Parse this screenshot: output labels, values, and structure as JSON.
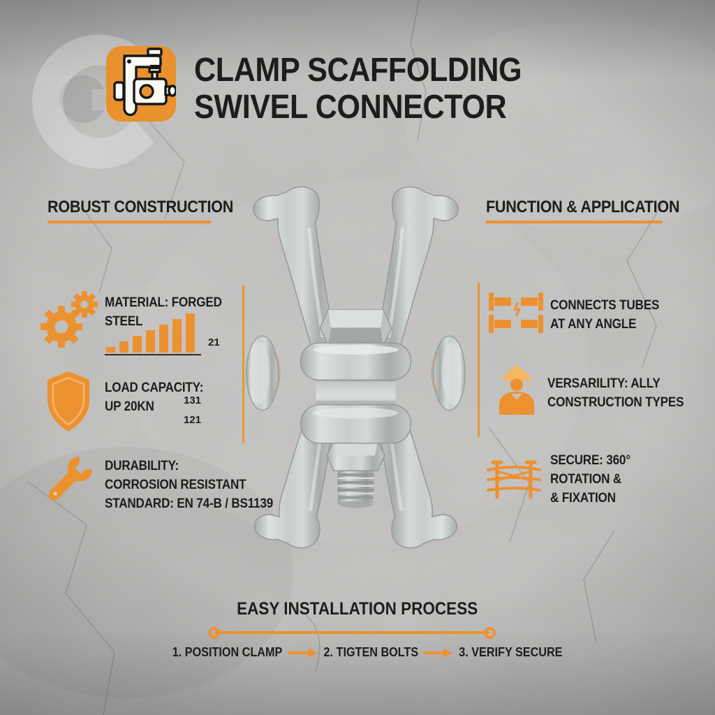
{
  "theme": {
    "orange": "#EC9130",
    "text": "#1d1d1b",
    "background": "#c6c5c3"
  },
  "header": {
    "title_line1": "CLAMP SCAFFOLDING",
    "title_line2": "SWIVEL CONNECTOR",
    "icon": "clamp-app-icon"
  },
  "left_section": {
    "heading": "ROBUST CONSTRUCTION",
    "items": [
      {
        "icon": "gears-icon",
        "lines": [
          "MATERIAL: FORGED",
          "STEEL"
        ],
        "chart_label": "21"
      },
      {
        "icon": "shield-icon",
        "lines": [
          "LOAD CAPACITY:",
          "UP 20KN"
        ],
        "values": [
          "131",
          "121"
        ]
      },
      {
        "icon": "wrench-icon",
        "lines": [
          "DURABILITY:",
          "CORROSION RESISTANT",
          "STANDARD: EN 74-B / BS1139"
        ]
      }
    ]
  },
  "right_section": {
    "heading": "FUNCTION & APPLICATION",
    "items": [
      {
        "icon": "tubes-connector-icon",
        "lines": [
          "CONNECTS TUBES",
          "AT ANY ANGLE"
        ]
      },
      {
        "icon": "construction-worker-icon",
        "lines": [
          "VERSARILITY: ALLY",
          "CONSTRUCTION TYPES"
        ]
      },
      {
        "icon": "scaffolding-icon",
        "lines": [
          "SECURE: 360°",
          "ROTATION &",
          "& FIXATION"
        ]
      }
    ]
  },
  "process": {
    "heading": "EASY INSTALLATION PROCESS",
    "steps": [
      "1. POSITION CLAMP",
      "2. TIGTEN BOLTS",
      "3. VERIFY SECURE"
    ]
  },
  "product": {
    "name": "galvanized swivel scaffolding clamp photo"
  },
  "chart_data": {
    "type": "bar",
    "categories": [
      "1",
      "2",
      "3",
      "4",
      "5",
      "6",
      "7"
    ],
    "values": [
      1,
      2,
      3,
      4,
      5,
      6,
      7
    ],
    "title": "decorative ascending trend bars",
    "xlabel": "",
    "ylabel": "",
    "note_label": "21",
    "legend": "none",
    "grid": false
  }
}
